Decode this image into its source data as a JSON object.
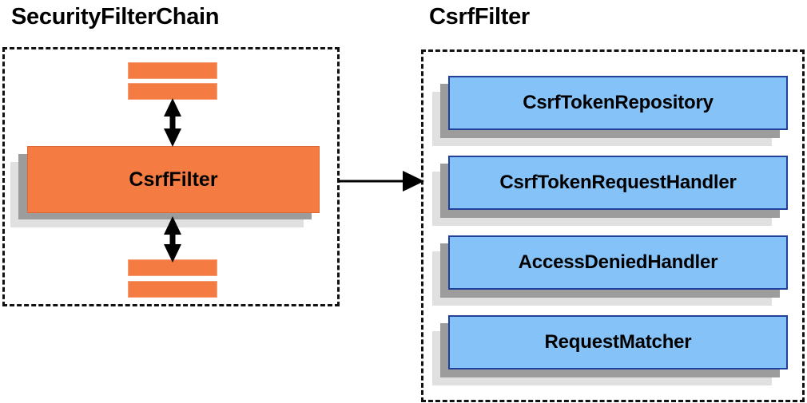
{
  "diagram": {
    "title_left": "SecurityFilterChain",
    "title_right": "CsrfFilter",
    "colors": {
      "orange_fill": "#F47B41",
      "orange_border": "#E0663A",
      "blue_fill": "#85C2F7",
      "blue_border": "#20409A",
      "shadow_mid": "#9C9C9C",
      "shadow_back": "#E0E0E0",
      "dashed_border": "#111111",
      "arrow": "#000000",
      "text": "#000000"
    }
  },
  "left_panel": {
    "title": "SecurityFilterChain",
    "filter_box": {
      "label": "CsrfFilter"
    },
    "stub_bars_top": [
      {
        "label": ""
      },
      {
        "label": ""
      }
    ],
    "stub_bars_bottom": [
      {
        "label": ""
      },
      {
        "label": ""
      }
    ],
    "connectors": [
      {
        "name": "top-double-arrow",
        "direction": "both"
      },
      {
        "name": "bottom-double-arrow",
        "direction": "both"
      }
    ]
  },
  "right_panel": {
    "title": "CsrfFilter",
    "collaborators": [
      {
        "label": "CsrfTokenRepository"
      },
      {
        "label": "CsrfTokenRequestHandler"
      },
      {
        "label": "AccessDeniedHandler"
      },
      {
        "label": "RequestMatcher"
      }
    ]
  },
  "cross_panel_connector": {
    "name": "left-to-right-arrow",
    "direction": "right"
  }
}
